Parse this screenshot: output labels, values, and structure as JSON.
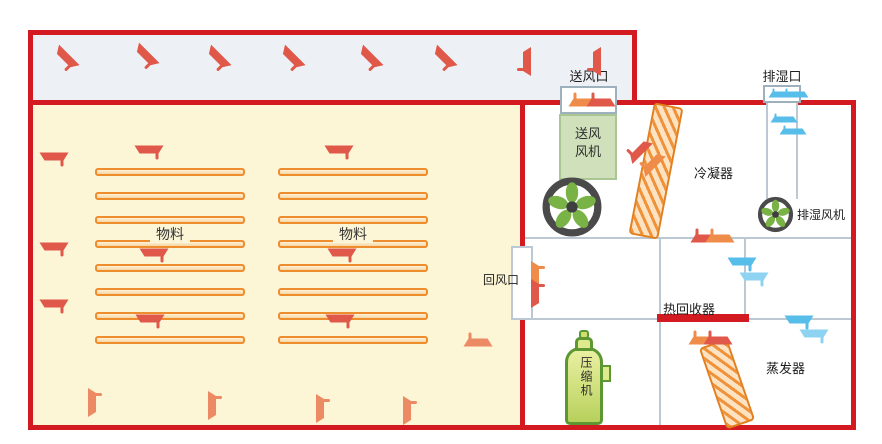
{
  "diagram": {
    "material_racks": [
      {
        "label": "物料"
      },
      {
        "label": "物料"
      }
    ],
    "components": {
      "supply_outlet": {
        "label": "送风口"
      },
      "supply_fan": {
        "line1": "送风",
        "line2": "风机"
      },
      "condenser": {
        "label": "冷凝器"
      },
      "exhaust_outlet": {
        "label": "排湿口"
      },
      "exhaust_fan": {
        "label": "排湿风机"
      },
      "return_inlet": {
        "label": "回风口"
      },
      "heat_recovery": {
        "label": "热回收器"
      },
      "evaporator": {
        "label": "蒸发器"
      },
      "compressor": {
        "label": "压缩机"
      }
    },
    "colors": {
      "outline_red": "#d31a21",
      "duct_fill": "#edf0f5",
      "chamber_fill": "#fcf6d6",
      "tray_orange": "#ed8d2d",
      "coil_orange": "#f0923a",
      "warm_arrow": "#e0584a",
      "orange_arrow": "#f08c4a",
      "cool_arrow": "#57bde9",
      "fan_blade_green": "#79b345",
      "fan_box_green": "#cfe0bb",
      "compressor_green": "#5d9732",
      "partition_gray": "#bcc8d3"
    }
  }
}
